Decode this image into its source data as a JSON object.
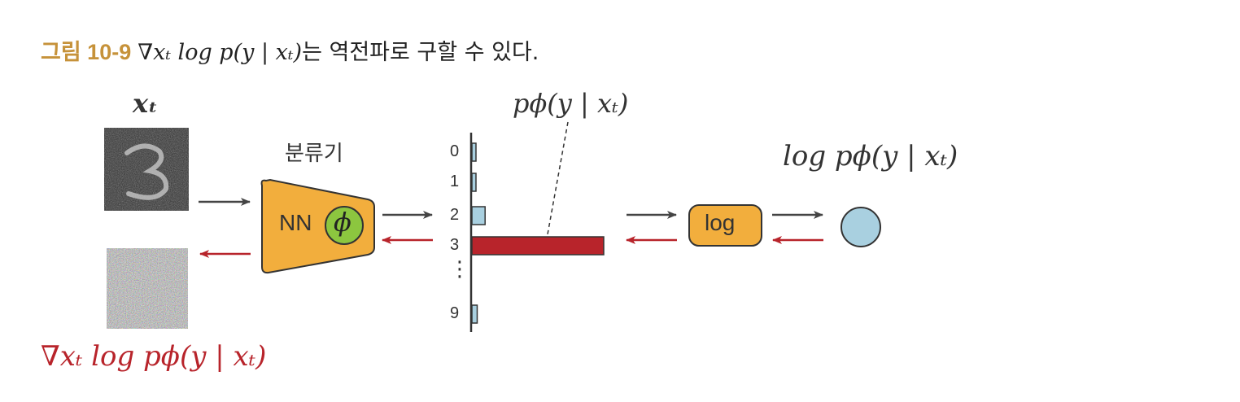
{
  "caption": {
    "figure_label": "그림 10-9",
    "math": "∇xₜ log p(y | xₜ)",
    "text": "는 역전파로 구할 수 있다."
  },
  "diagram": {
    "input_label": "xₜ",
    "classifier_label": "분류기",
    "nn_label": "NN",
    "phi_symbol": "ϕ",
    "distribution_label": "pϕ(y | xₜ)",
    "log_box_label": "log",
    "log_prob_label": "log pϕ(y | xₜ)",
    "gradient_label": "∇xₜ log pϕ(y | xₜ)",
    "ellipsis": "⋮"
  },
  "colors": {
    "forward_arrow": "#444444",
    "backward_arrow": "#b8242b",
    "nn_fill": "#f2ae3d",
    "phi_fill": "#8cc63f",
    "bar_small": "#a9d0e0",
    "bar_large": "#b8242b",
    "output_node": "#a9d0e0",
    "caption_label": "#c6923a"
  },
  "chart_data": {
    "type": "bar",
    "orientation": "horizontal",
    "categories": [
      "0",
      "1",
      "2",
      "3",
      "9"
    ],
    "values": [
      0.03,
      0.02,
      0.1,
      1.0,
      0.04
    ],
    "highlight": "3"
  }
}
